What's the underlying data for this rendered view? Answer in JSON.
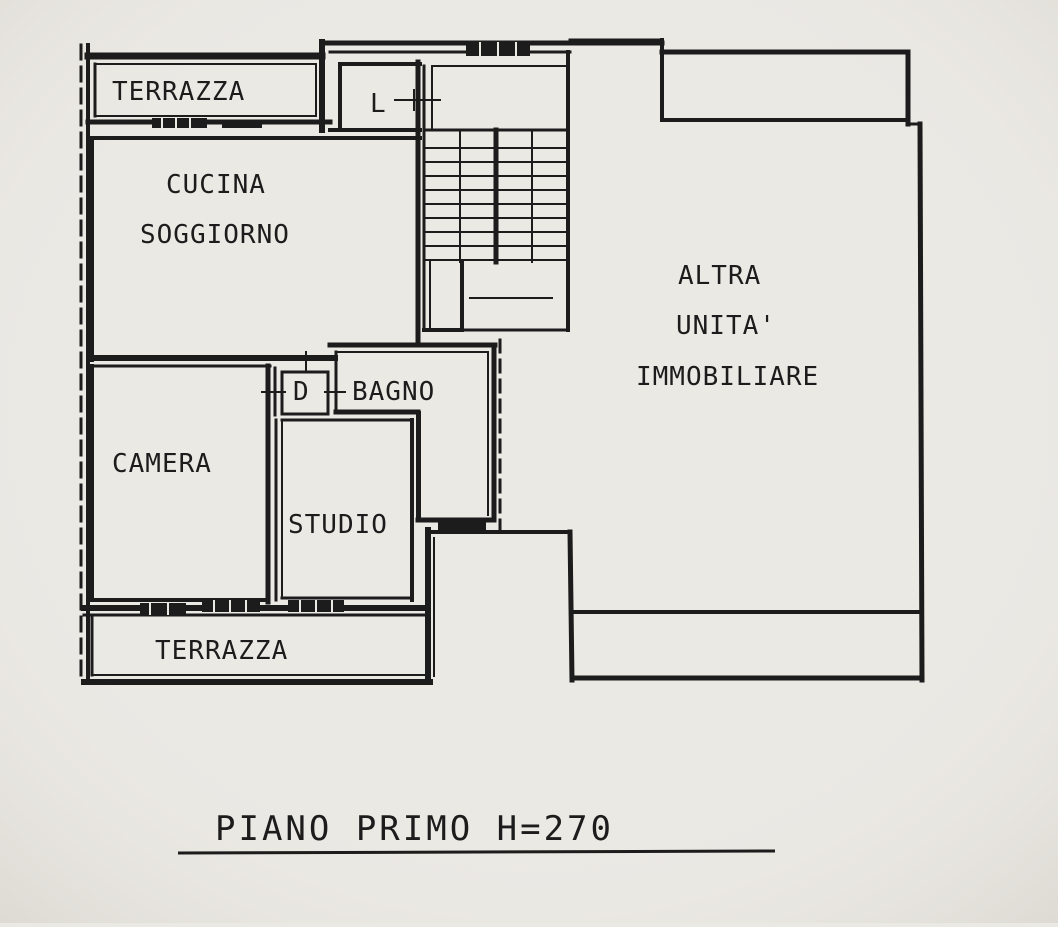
{
  "plan": {
    "title": "PIANO PRIMO H=270",
    "rooms": {
      "terrace_top": "TERRAZZA",
      "kitchen_line1": "CUCINA",
      "kitchen_line2": "SOGGIORNO",
      "lift": "L",
      "camera": "CAMERA",
      "closet": "D",
      "bathroom": "BAGNO",
      "study": "STUDIO",
      "terrace_bottom": "TERRAZZA",
      "other_unit_line1": "ALTRA",
      "other_unit_line2": "UNITA'",
      "other_unit_line3": "IMMOBILIARE"
    }
  },
  "colors": {
    "paper": "#ebe9e4",
    "ink": "#1c1c1c"
  }
}
